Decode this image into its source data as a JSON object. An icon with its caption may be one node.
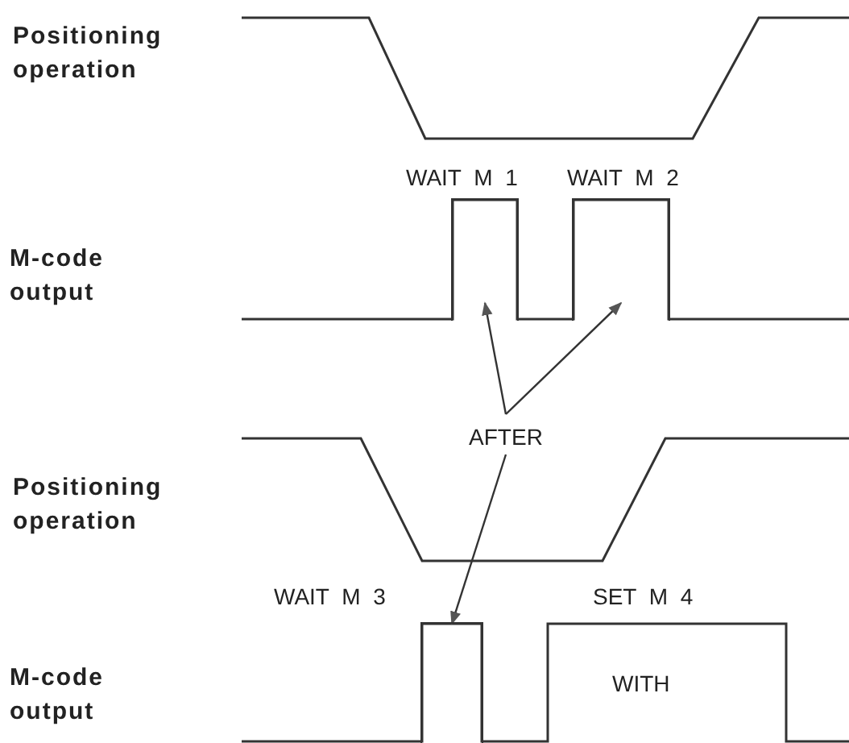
{
  "diagram": {
    "nodes": [
      {
        "text": [],
        "shape": "bar",
        "beside": [
          "WAIT M 1"
        ]
      },
      {
        "text": [],
        "shape": "bar",
        "beside": [
          "WAIT M 2"
        ]
      },
      {
        "text": [
          "AFTER"
        ]
      },
      {
        "text": [],
        "shape": "bar",
        "beside": [
          "WAIT M 3"
        ]
      }
    ],
    "edges": [
      {
        "from": 2,
        "to": 0,
        "arrow": "to"
      },
      {
        "from": 2,
        "to": 1,
        "arrow": "to"
      },
      {
        "from": 2,
        "to": 3,
        "arrow": "to"
      }
    ],
    "labels": [
      "Positioning operation",
      "M-code output",
      "Positioning operation",
      "SET M 4",
      "M-code output",
      "WITH"
    ]
  }
}
